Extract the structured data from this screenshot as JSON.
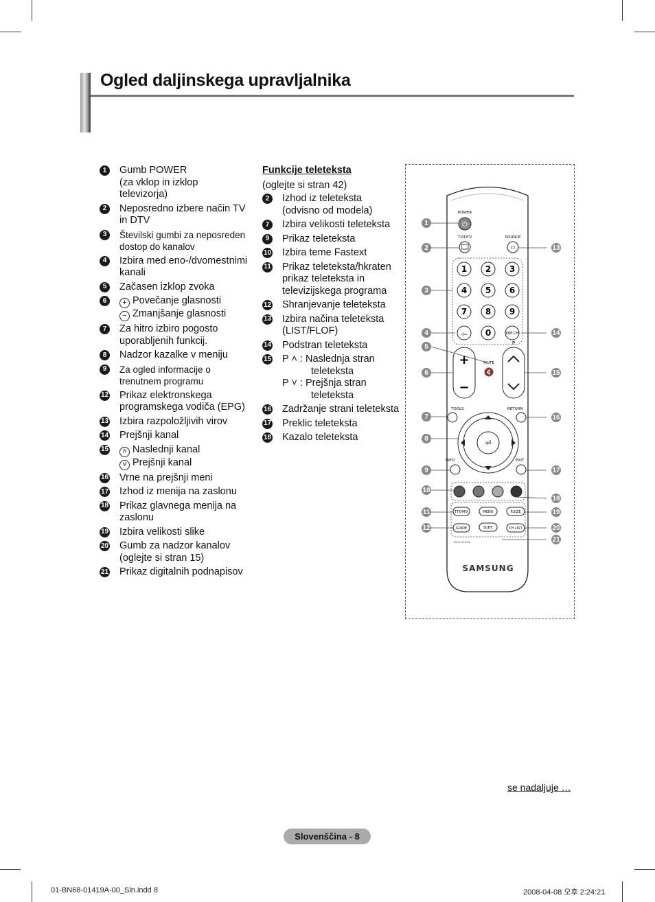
{
  "page_title": "Ogled daljinskega upravljalnika",
  "left_items": [
    {
      "num": "1",
      "lines": [
        "Gumb POWER",
        "(za vklop in izklop",
        "televizorja)"
      ]
    },
    {
      "num": "2",
      "lines": [
        "Neposredno izbere način TV",
        "in DTV"
      ]
    },
    {
      "num": "3",
      "lines": [
        "Številski gumbi za neposreden",
        "dostop do kanalov"
      ],
      "small": true
    },
    {
      "num": "4",
      "lines": [
        "Izbira med eno-/dvomestnimi",
        "kanali"
      ]
    },
    {
      "num": "5",
      "lines": [
        "Začasen izklop zvoka"
      ]
    },
    {
      "num": "6",
      "lines": [
        "Povečanje glasnosti",
        "Zmanjšanje glasnosti"
      ],
      "syms": [
        "+",
        "−"
      ]
    },
    {
      "num": "7",
      "lines": [
        "Za hitro izbiro pogosto",
        "uporabljenih funkcij."
      ]
    },
    {
      "num": "8",
      "lines": [
        "Nadzor kazalke v meniju"
      ]
    },
    {
      "num": "9",
      "lines": [
        "Za ogled informacije o",
        "trenutnem programu"
      ],
      "small": true
    },
    {
      "num": "12",
      "lines": [
        "Prikaz elektronskega",
        "programskega vodiča (EPG)"
      ]
    },
    {
      "num": "13",
      "lines": [
        "Izbira razpoložljivih virov"
      ]
    },
    {
      "num": "14",
      "lines": [
        "Prejšnji kanal"
      ]
    },
    {
      "num": "15",
      "lines": [
        "Naslednji kanal",
        "Prejšnji kanal"
      ],
      "syms": [
        "˄",
        "˅"
      ]
    },
    {
      "num": "16",
      "lines": [
        "Vrne na prejšnji meni"
      ]
    },
    {
      "num": "17",
      "lines": [
        "Izhod iz menija na zaslonu"
      ]
    },
    {
      "num": "18",
      "lines": [
        "Prikaz glavnega menija na",
        "zaslonu"
      ]
    },
    {
      "num": "19",
      "lines": [
        "Izbira velikosti slike"
      ]
    },
    {
      "num": "20",
      "lines": [
        "Gumb za nadzor kanalov",
        "(oglejte si stran 15)"
      ]
    },
    {
      "num": "21",
      "lines": [
        "Prikaz digitalnih podnapisov"
      ]
    }
  ],
  "teletext": {
    "heading": "Funkcije teleteksta",
    "subheading": "(oglejte si stran 42)",
    "items": [
      {
        "num": "2",
        "lines": [
          "Izhod iz teleteksta",
          "(odvisno od modela)"
        ]
      },
      {
        "num": "7",
        "lines": [
          "Izbira velikosti teleteksta"
        ]
      },
      {
        "num": "9",
        "lines": [
          "Prikaz teleteksta"
        ]
      },
      {
        "num": "10",
        "lines": [
          "Izbira teme Fastext"
        ]
      },
      {
        "num": "11",
        "lines": [
          "Prikaz teleteksta/hkraten",
          "prikaz teleteksta in",
          "televizijskega programa"
        ]
      },
      {
        "num": "12",
        "lines": [
          "Shranjevanje teleteksta"
        ]
      },
      {
        "num": "13",
        "lines": [
          "Izbira načina teleteksta",
          "(LIST/FLOF)"
        ]
      },
      {
        "num": "14",
        "lines": [
          "Podstran teleteksta"
        ]
      },
      {
        "num": "15",
        "lines": [
          "P ˄ : Naslednja stran",
          "teleteksta",
          "P ˅ : Prejšnja stran",
          "teleteksta"
        ]
      },
      {
        "num": "16",
        "lines": [
          "Zadržanje strani teleteksta"
        ]
      },
      {
        "num": "17",
        "lines": [
          "Preklic teleteksta"
        ]
      },
      {
        "num": "18",
        "lines": [
          "Kazalo teleteksta"
        ]
      }
    ]
  },
  "remote": {
    "power": "POWER",
    "tvdtv": "TV/DTV",
    "source": "SOURCE",
    "digits": [
      "1",
      "2",
      "3",
      "4",
      "5",
      "6",
      "7",
      "8",
      "9",
      "-/--",
      "0"
    ],
    "prech": "PRE-CH",
    "mute": "MUTE",
    "p_label": "P",
    "tools": "TOOLS",
    "return": "RETURN",
    "info": "INFO",
    "exit": "EXIT",
    "ttx": "TTX/MIX",
    "menu": "MENU",
    "psize": "P.SIZE",
    "guide": "GUIDE",
    "subt": "SUBT.",
    "chlist": "CH LIST",
    "model": "BN59-00706A",
    "brand": "SAMSUNG",
    "colors": {
      "red": "#555555",
      "green": "#777777",
      "yellow": "#aaaaaa",
      "blue": "#333333"
    },
    "left_callouts": [
      "1",
      "2",
      "3",
      "4",
      "5",
      "6",
      "7",
      "8",
      "9",
      "10",
      "11",
      "12"
    ],
    "right_callouts": [
      "13",
      "14",
      "15",
      "16",
      "17",
      "18",
      "19",
      "20",
      "21"
    ]
  },
  "continue_text": "se nadaljuje …",
  "page_label": "Slovenščina - 8",
  "footer_left": "01-BN68-01419A-00_Sln.indd   8",
  "footer_right": "2008-04-08   오후 2:24:21"
}
